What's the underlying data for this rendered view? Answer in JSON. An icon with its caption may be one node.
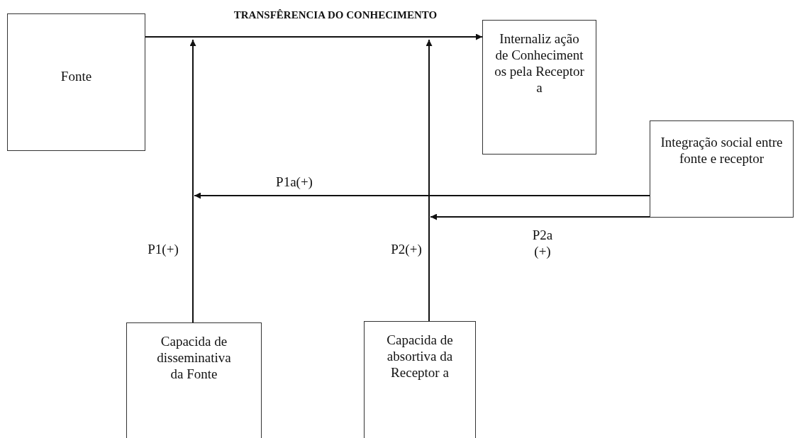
{
  "diagram": {
    "nodes": [
      {
        "text": [
          "Fonte"
        ]
      },
      {
        "text": [
          "Internaliz ação de Conheciment os pela Receptor a"
        ]
      },
      {
        "text": [
          "Integração social entre fonte e receptor"
        ]
      },
      {
        "text": [
          "Capacida de disseminativa da Fonte"
        ]
      },
      {
        "text": [
          "Capacida de absortiva da Receptor a"
        ]
      }
    ],
    "edges": [
      {
        "from": 0,
        "to": 1,
        "arrow": "to",
        "label": "TRANSFÊRENCIA DO CONHECIMENTO"
      },
      {
        "from": 3,
        "to": null,
        "arrow": "to",
        "label": "P1(+)"
      },
      {
        "from": 4,
        "to": null,
        "arrow": "to",
        "label": "P2(+)"
      },
      {
        "from": 2,
        "to": null,
        "arrow": "to",
        "label": "P1a(+)"
      },
      {
        "from": 2,
        "to": null,
        "arrow": "to",
        "label": "P2a (+)"
      }
    ]
  }
}
